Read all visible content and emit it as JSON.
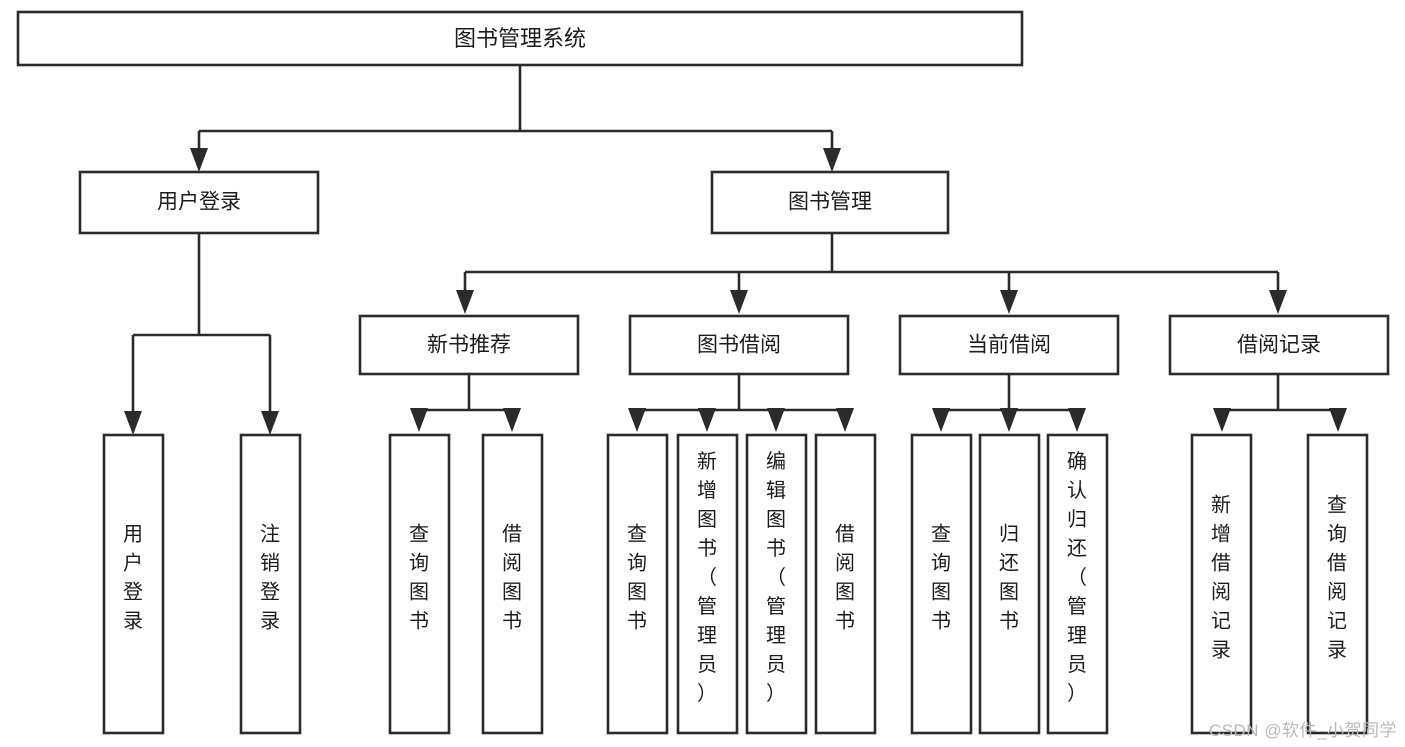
{
  "diagram": {
    "type": "tree-hierarchy-flowchart",
    "title": "图书管理系统",
    "watermark": "CSDN @软件_小贺同学",
    "colors": {
      "stroke": "#2b2b2b",
      "fill": "#ffffff",
      "text": "#1c1c1c",
      "background": "#ffffff",
      "watermark": "#b9b9b9"
    },
    "root": {
      "label": "图书管理系统"
    },
    "level2": [
      {
        "label": "用户登录"
      },
      {
        "label": "图书管理"
      }
    ],
    "level3": [
      {
        "label": "新书推荐"
      },
      {
        "label": "图书借阅"
      },
      {
        "label": "当前借阅"
      },
      {
        "label": "借阅记录"
      }
    ],
    "leaves": {
      "user_login": [
        {
          "label": "用户登录"
        },
        {
          "label": "注销登录"
        }
      ],
      "new_book_recommend": [
        {
          "label": "查询图书"
        },
        {
          "label": "借阅图书"
        }
      ],
      "book_borrow": [
        {
          "label": "查询图书"
        },
        {
          "label": "新增图书（管理员）"
        },
        {
          "label": "编辑图书（管理员）"
        },
        {
          "label": "借阅图书"
        }
      ],
      "current_borrow": [
        {
          "label": "查询图书"
        },
        {
          "label": "归还图书"
        },
        {
          "label": "确认归还（管理员）"
        }
      ],
      "borrow_records": [
        {
          "label": "新增借阅记录"
        },
        {
          "label": "查询借阅记录"
        }
      ]
    }
  }
}
